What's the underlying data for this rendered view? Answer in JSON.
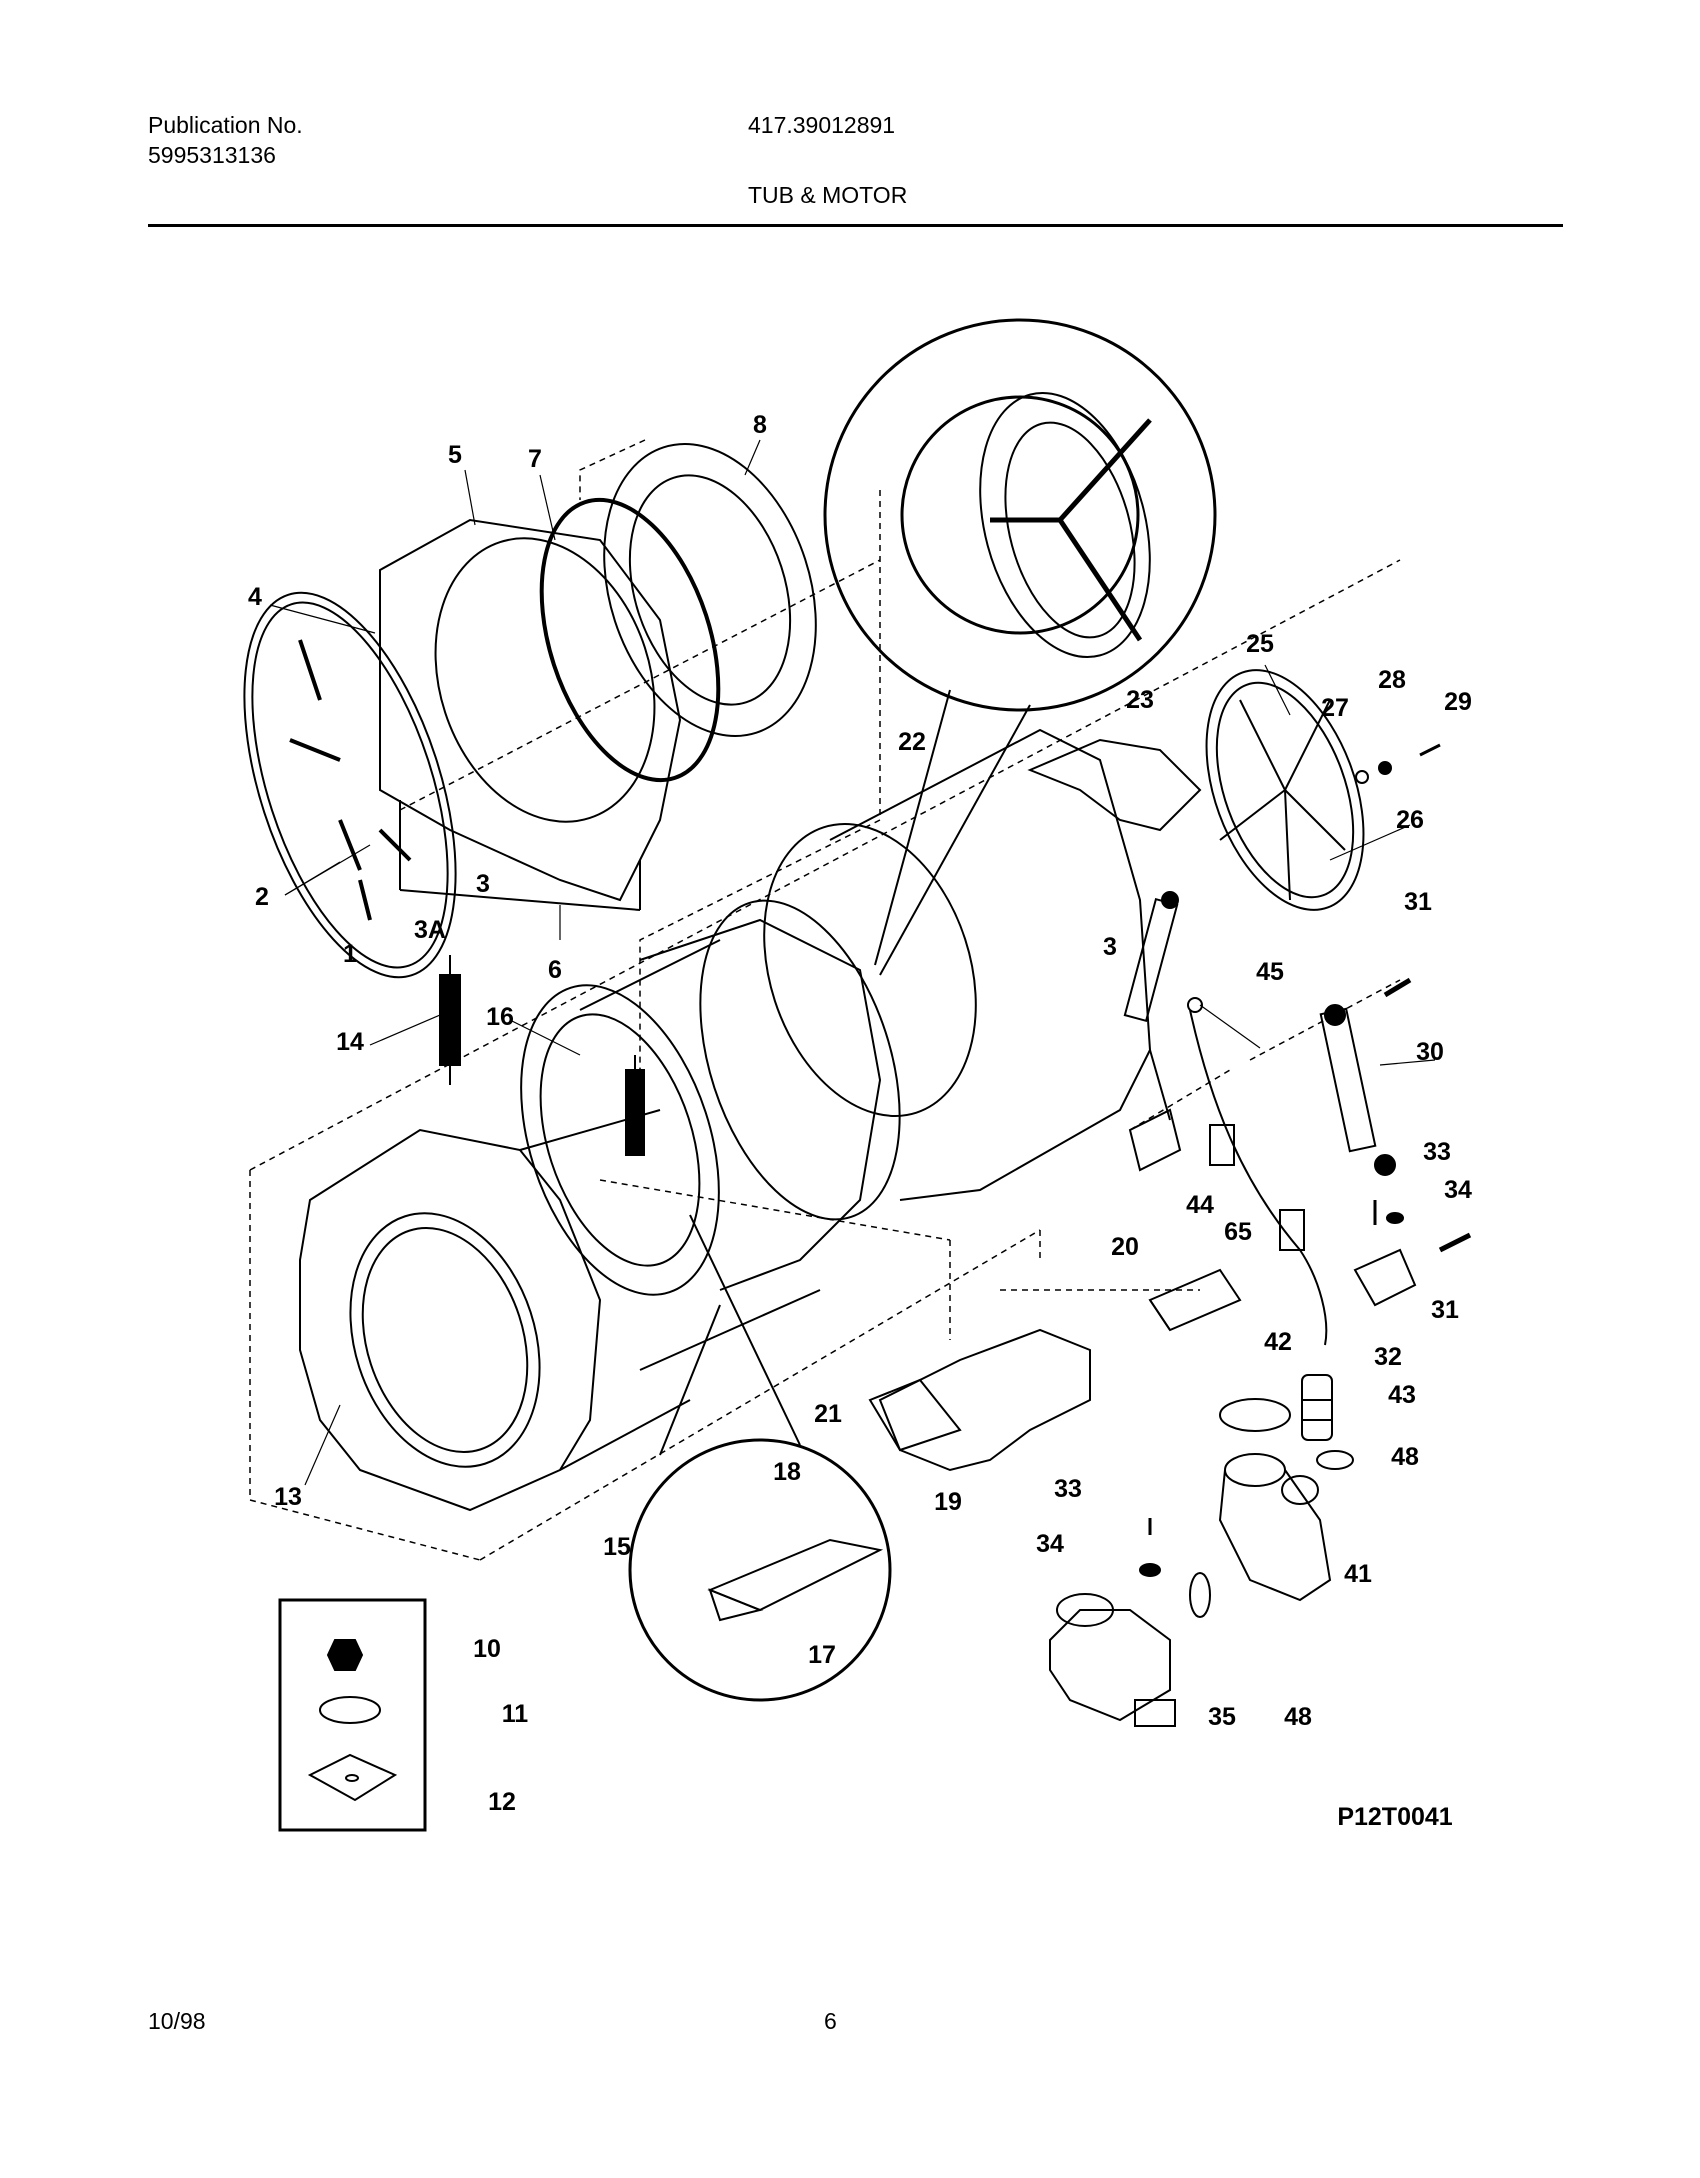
{
  "header": {
    "publication_label": "Publication No.",
    "publication_number": "5995313136",
    "model_number": "417.39012891",
    "section_title": "TUB & MOTOR"
  },
  "diagram": {
    "code": "P12T0041",
    "callouts": [
      "1",
      "2",
      "3",
      "3A",
      "4",
      "5",
      "6",
      "7",
      "8",
      "10",
      "11",
      "12",
      "13",
      "14",
      "15",
      "16",
      "17",
      "18",
      "19",
      "20",
      "21",
      "22",
      "23",
      "25",
      "26",
      "27",
      "28",
      "29",
      "30",
      "31",
      "32",
      "33",
      "34",
      "35",
      "41",
      "42",
      "43",
      "44",
      "45",
      "48",
      "65"
    ]
  },
  "footer": {
    "date": "10/98",
    "page": "6"
  }
}
